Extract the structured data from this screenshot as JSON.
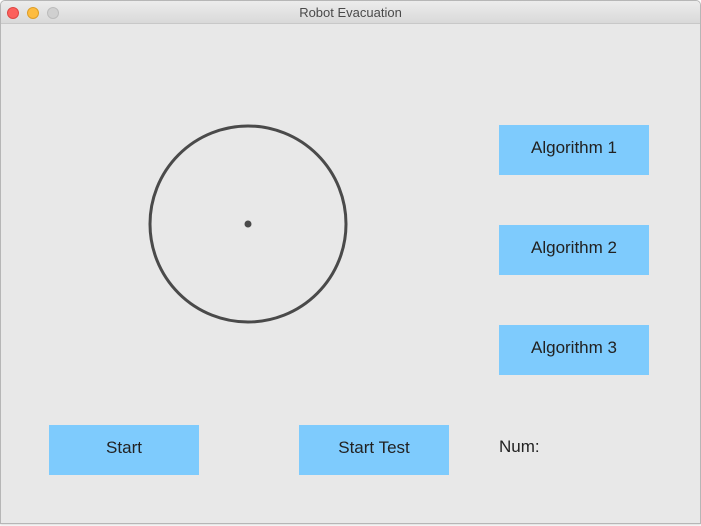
{
  "window": {
    "title": "Robot Evacuation"
  },
  "buttons": {
    "algorithm1": "Algorithm 1",
    "algorithm2": "Algorithm 2",
    "algorithm3": "Algorithm 3",
    "start": "Start",
    "start_test": "Start Test"
  },
  "num": {
    "label": "Num:",
    "value": ""
  },
  "colors": {
    "button_bg": "#7ecbfd",
    "window_bg": "#e8e8e8",
    "circle_stroke": "#4a4a4a"
  }
}
